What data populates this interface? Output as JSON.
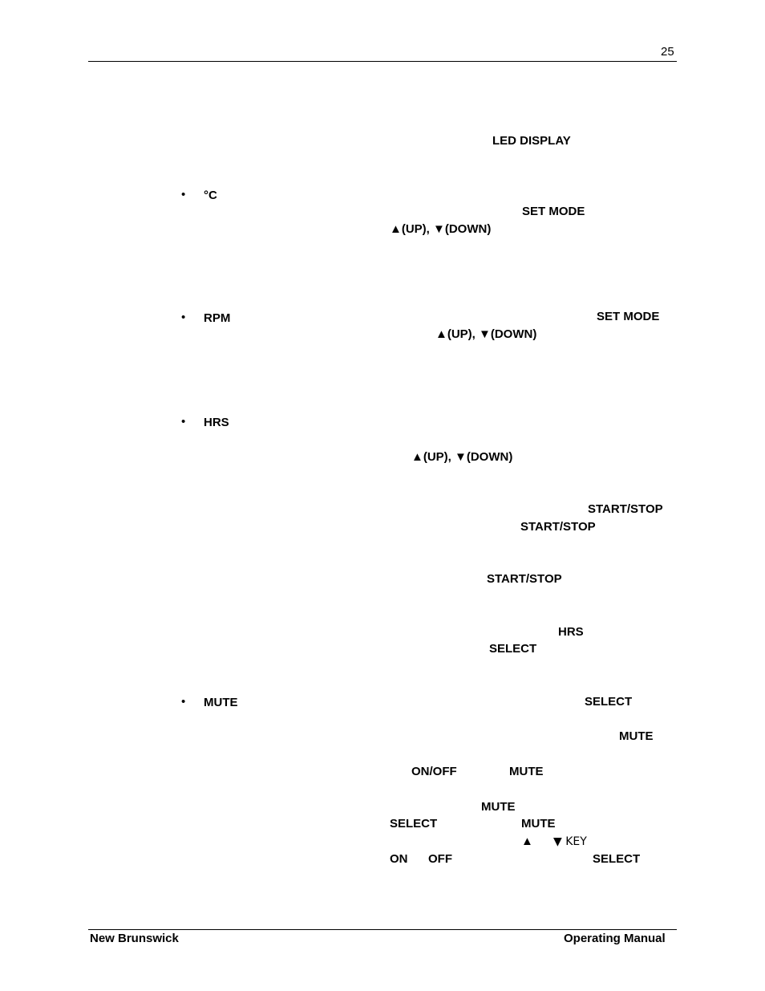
{
  "header": {
    "page_number": "25"
  },
  "footer": {
    "left": "New Brunswick",
    "right": "Operating Manual"
  },
  "bullet_char": "•",
  "terms": {
    "led_display": "LED DISPLAY",
    "celsius": "°C",
    "set_mode_1": "SET MODE",
    "updown_1": "▲(UP), ▼(DOWN)",
    "rpm": "RPM",
    "set_mode_2": "SET MODE",
    "updown_2": "▲(UP), ▼(DOWN)",
    "hrs": "HRS",
    "updown_3": "▲(UP), ▼(DOWN)",
    "start_stop_1": "START/STOP",
    "start_stop_2": "START/STOP",
    "start_stop_3": "START/STOP",
    "hrs_2": "HRS",
    "select_1": "SELECT",
    "mute": "MUTE",
    "select_2": "SELECT",
    "mute_2": "MUTE",
    "on_off": "ON/OFF",
    "mute_3": "MUTE",
    "mute_4": "MUTE",
    "select_3": "SELECT",
    "mute_5": "MUTE",
    "up_arrow": "▲",
    "down_key": "▼ KEY",
    "on": "ON",
    "off": "OFF",
    "select_4": "SELECT"
  }
}
